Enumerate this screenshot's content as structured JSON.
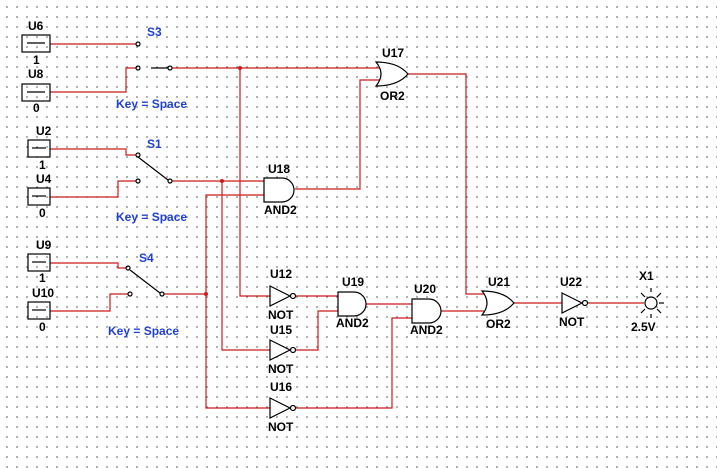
{
  "components": {
    "sources": [
      {
        "ref": "U6",
        "value": "1"
      },
      {
        "ref": "U8",
        "value": "0"
      },
      {
        "ref": "U2",
        "value": "1"
      },
      {
        "ref": "U4",
        "value": "0"
      },
      {
        "ref": "U9",
        "value": "1"
      },
      {
        "ref": "U10",
        "value": "0"
      }
    ],
    "switches": [
      {
        "ref": "S3",
        "key": "Key = Space"
      },
      {
        "ref": "S1",
        "key": "Key = Space"
      },
      {
        "ref": "S4",
        "key": "Key = Space"
      }
    ],
    "gates": [
      {
        "ref": "U17",
        "type": "OR2"
      },
      {
        "ref": "U18",
        "type": "AND2"
      },
      {
        "ref": "U12",
        "type": "NOT"
      },
      {
        "ref": "U15",
        "type": "NOT"
      },
      {
        "ref": "U16",
        "type": "NOT"
      },
      {
        "ref": "U19",
        "type": "AND2"
      },
      {
        "ref": "U20",
        "type": "AND2"
      },
      {
        "ref": "U21",
        "type": "OR2"
      },
      {
        "ref": "U22",
        "type": "NOT"
      }
    ],
    "probe": {
      "ref": "X1",
      "value": "2.5V"
    }
  },
  "colors": {
    "wire": "#cc1a1a",
    "key_label": "#1f3fd6",
    "component": "#000000",
    "grid_dot": "#6b6b6b"
  }
}
